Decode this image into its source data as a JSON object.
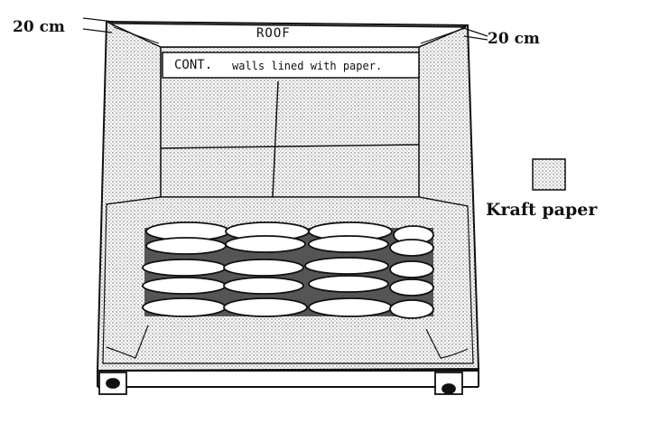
{
  "labels": {
    "left_dimension": "20 cm",
    "right_dimension": "20 cm",
    "roof": "ROOF",
    "container_prefix": "CONT.",
    "container_text": "walls lined with paper.",
    "legend": "Kraft paper"
  },
  "colors": {
    "ink": "#111111",
    "kraft_fill": "#d9d9d9",
    "bag_fill": "#ffffff"
  }
}
